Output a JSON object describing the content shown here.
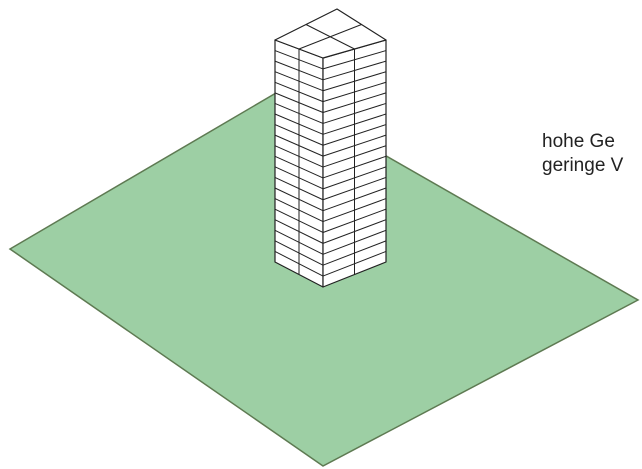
{
  "caption": {
    "line1": "hohe Ge",
    "line2": "geringe V"
  },
  "colors": {
    "ground_fill": "#9dcfa4",
    "ground_stroke": "#5e7a52",
    "building_fill": "#ffffff",
    "building_stroke": "#222222",
    "text": "#222222"
  },
  "building": {
    "floors": 21,
    "cells_per_face_row": 2,
    "shape": "isometric tower"
  }
}
